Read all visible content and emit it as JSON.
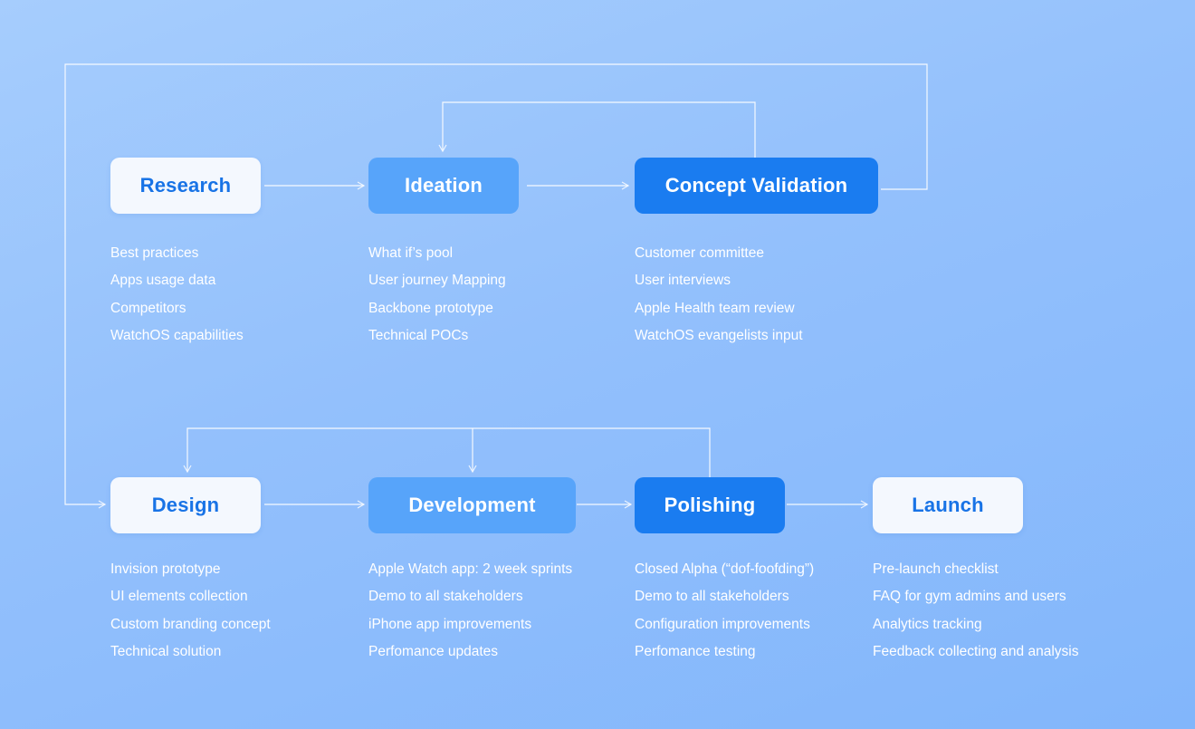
{
  "colors": {
    "light_box_bg": "#f4f8fe",
    "light_box_text": "#1873e6",
    "mid_box_bg": "#57a4fa",
    "dark_box_bg": "#1a7cf0",
    "connector": "#ffffff"
  },
  "stages": {
    "research": {
      "label": "Research",
      "items": [
        "Best practices",
        "Apps usage data",
        "Competitors",
        "WatchOS capabilities"
      ]
    },
    "ideation": {
      "label": "Ideation",
      "items": [
        "What if’s pool",
        "User journey Mapping",
        "Backbone prototype",
        "Technical POCs"
      ]
    },
    "concept_validation": {
      "label": "Concept Validation",
      "items": [
        "Customer committee",
        "User interviews",
        "Apple Health team review",
        "WatchOS evangelists input"
      ]
    },
    "design": {
      "label": "Design",
      "items": [
        "Invision prototype",
        "UI elements collection",
        "Custom branding concept",
        "Technical solution"
      ]
    },
    "development": {
      "label": "Development",
      "items": [
        "Apple Watch app: 2 week sprints",
        "Demo to all stakeholders",
        "iPhone app improvements",
        "Perfomance updates"
      ]
    },
    "polishing": {
      "label": "Polishing",
      "items": [
        "Closed Alpha (“dof-foofding”)",
        "Demo to all stakeholders",
        "Configuration improvements",
        "Perfomance testing"
      ]
    },
    "launch": {
      "label": "Launch",
      "items": [
        "Pre-launch checklist",
        "FAQ for gym admins and users",
        "Analytics tracking",
        "Feedback collecting and analysis"
      ]
    }
  }
}
